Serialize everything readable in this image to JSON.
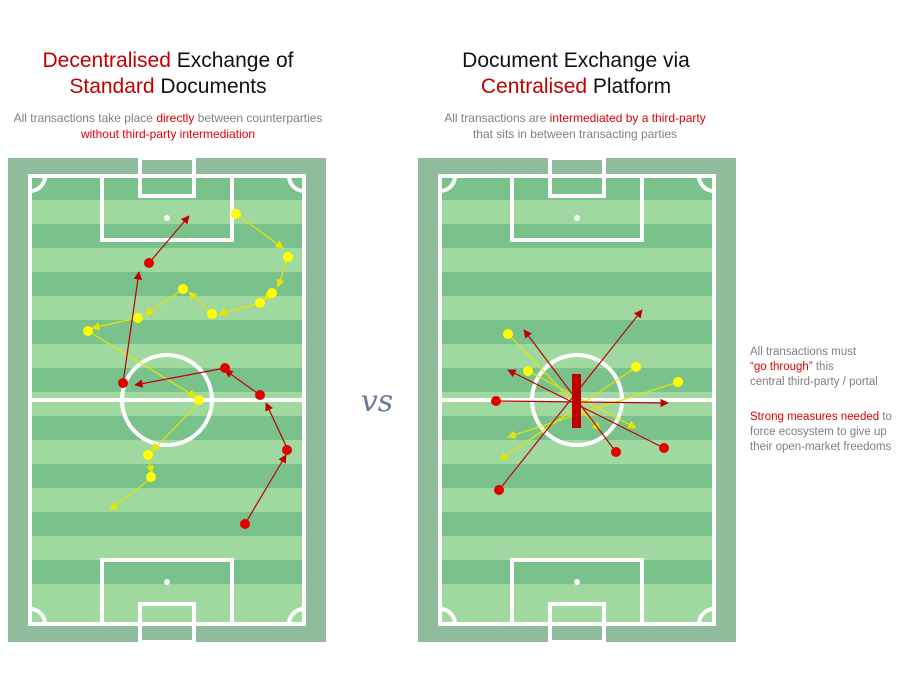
{
  "left": {
    "title_line1_red": "Decentralised",
    "title_line1_rest": " Exchange of",
    "title_line2_red": "Standard",
    "title_line2_rest": " Documents",
    "sub_part1": "All transactions take place ",
    "sub_red1": "directly",
    "sub_part2": " between counterparties ",
    "sub_red2": "without third-party intermediation"
  },
  "right": {
    "title_line1": "Document Exchange via",
    "title_line2_red": "Centralised",
    "title_line2_rest": " Platform",
    "sub_part1": "All transactions are ",
    "sub_red1": "intermediated by a third-party",
    "sub_part2": "that sits in between transacting parties"
  },
  "vs_label": "vs",
  "notes": {
    "n1_a": "All transactions must",
    "n1_b_red": "“go through”",
    "n1_b_rest": " this",
    "n1_c": "central third-party / portal",
    "n2_red": "Strong measures needed",
    "n2_rest": " to force ecosystem to give up their open-market freedoms"
  },
  "colors": {
    "pitch_border": "#8fbc9b",
    "stripe_light": "#9fd99f",
    "stripe_dark": "#79c28c",
    "line": "#ffffff",
    "red_node": "#e00000",
    "red_arrow": "#c00000",
    "yellow_node": "#ffff00",
    "yellow_arrow": "#e6e600",
    "platform": "#c00000"
  }
}
